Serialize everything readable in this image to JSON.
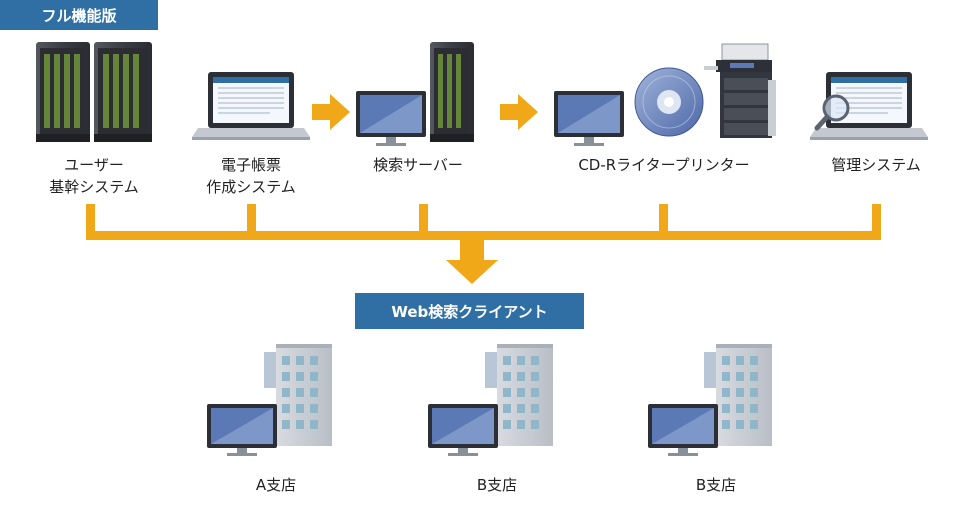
{
  "edition_label": "フル機能版",
  "client_label": "Web検索クライアント",
  "systems": [
    {
      "line1": "ユーザー",
      "line2": "基幹システム"
    },
    {
      "line1": "電子帳票",
      "line2": "作成システム"
    },
    {
      "line1": "検索サーバー",
      "line2": ""
    },
    {
      "line1": "CD-Rライタープリンター",
      "line2": ""
    },
    {
      "line1": "管理システム",
      "line2": ""
    }
  ],
  "branches": [
    {
      "label": "A支店"
    },
    {
      "label": "B支店"
    },
    {
      "label": "B支店"
    }
  ],
  "colors": {
    "accent_orange": "#f0a818",
    "badge_blue": "#2f6fa3",
    "server_dark": "#3a3d44",
    "screen_blue": "#5b79b4",
    "building_gray": "#c9cdd4"
  }
}
